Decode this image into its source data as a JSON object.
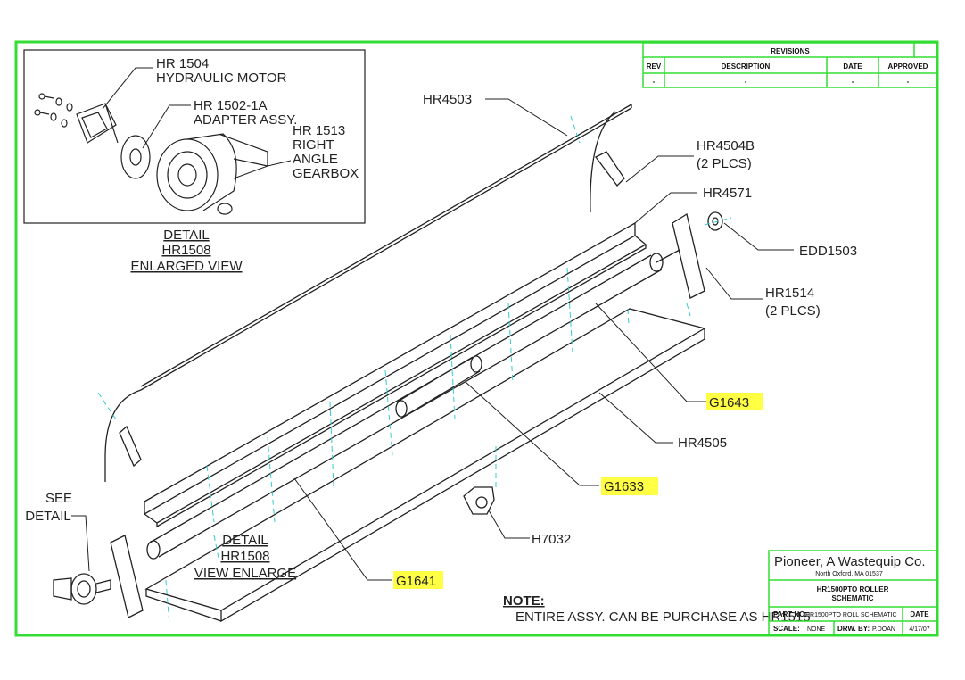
{
  "revisions": {
    "title": "REVISIONS",
    "headers": [
      "REV",
      "DESCRIPTION",
      "DATE",
      "APPROVED"
    ],
    "row": [
      "-",
      "-",
      "-",
      "-"
    ]
  },
  "detail_box": {
    "motor_part": "HR 1504",
    "motor_name": "HYDRAULIC MOTOR",
    "adapter_part": "HR 1502-1A",
    "adapter_name": "ADAPTER ASSY.",
    "gearbox_part": "HR 1513",
    "gearbox_line1": "RIGHT",
    "gearbox_line2": "ANGLE",
    "gearbox_line3": "GEARBOX"
  },
  "detail_caption": [
    "DETAIL",
    "HR1508",
    "ENLARGED VIEW"
  ],
  "detail_caption2": [
    "DETAIL",
    "HR1508",
    "VIEW ENLARGE"
  ],
  "see_detail": [
    "SEE",
    "DETAIL"
  ],
  "callouts": {
    "hr4503": "HR4503",
    "hr4504b": "HR4504B",
    "hr4504b_qty": "(2 PLCS)",
    "hr4571": "HR4571",
    "edd1503": "EDD1503",
    "hr1514": "HR1514",
    "hr1514_qty": "(2 PLCS)",
    "g1643": "G1643",
    "hr4505": "HR4505",
    "g1633": "G1633",
    "h7032": "H7032",
    "g1641": "G1641"
  },
  "note": {
    "title": "NOTE:",
    "text": "ENTIRE ASSY. CAN BE PURCHASE AS HR1515"
  },
  "title_block": {
    "company": "Pioneer, A Wastequip Co.",
    "address": "North Oxford, MA    01537",
    "drawing_title_1": "HR1500PTO ROLLER",
    "drawing_title_2": "SCHEMATIC",
    "part_no_label": "PART NO.",
    "part_no_value": "HR1500PTO ROLL SCHEMATIC",
    "date_label": "DATE",
    "scale_label": "SCALE:",
    "scale_value": "NONE",
    "drawn_by_label": "DRW. BY:",
    "drawn_by_value": "P.DOAN",
    "date_value": "4/17/07"
  },
  "colors": {
    "frame": "#33dd33",
    "highlight": "#ffff44",
    "centerline": "#33cccc"
  }
}
